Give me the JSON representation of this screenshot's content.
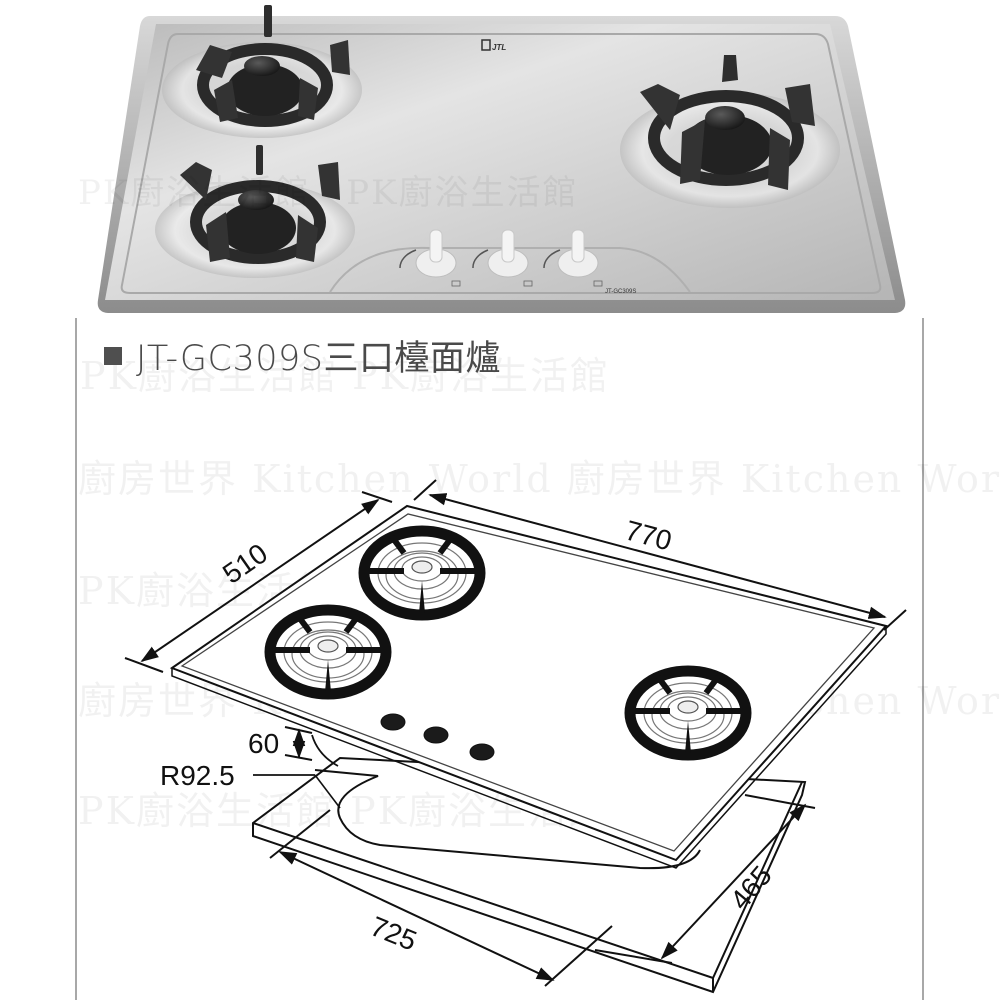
{
  "product": {
    "brand_logo": "JTL",
    "model_plate": "JT-GC309S",
    "title": "JT-GC309S三口檯面爐",
    "burner_count": 3,
    "knob_count": 3
  },
  "watermarks": [
    "廚房世界 Kitchen World",
    "PK廚浴生活館"
  ],
  "dimensions": {
    "width": "770",
    "depth": "510",
    "cutout_width": "725",
    "cutout_depth": "465",
    "height": "60",
    "radius": "R92.5"
  },
  "colors": {
    "steel_light": "#e6e6e6",
    "steel_dark": "#9a9a9a",
    "grate": "#2a2a2a",
    "title_text": "#4a4a4a",
    "frame": "#a8a8a8"
  }
}
